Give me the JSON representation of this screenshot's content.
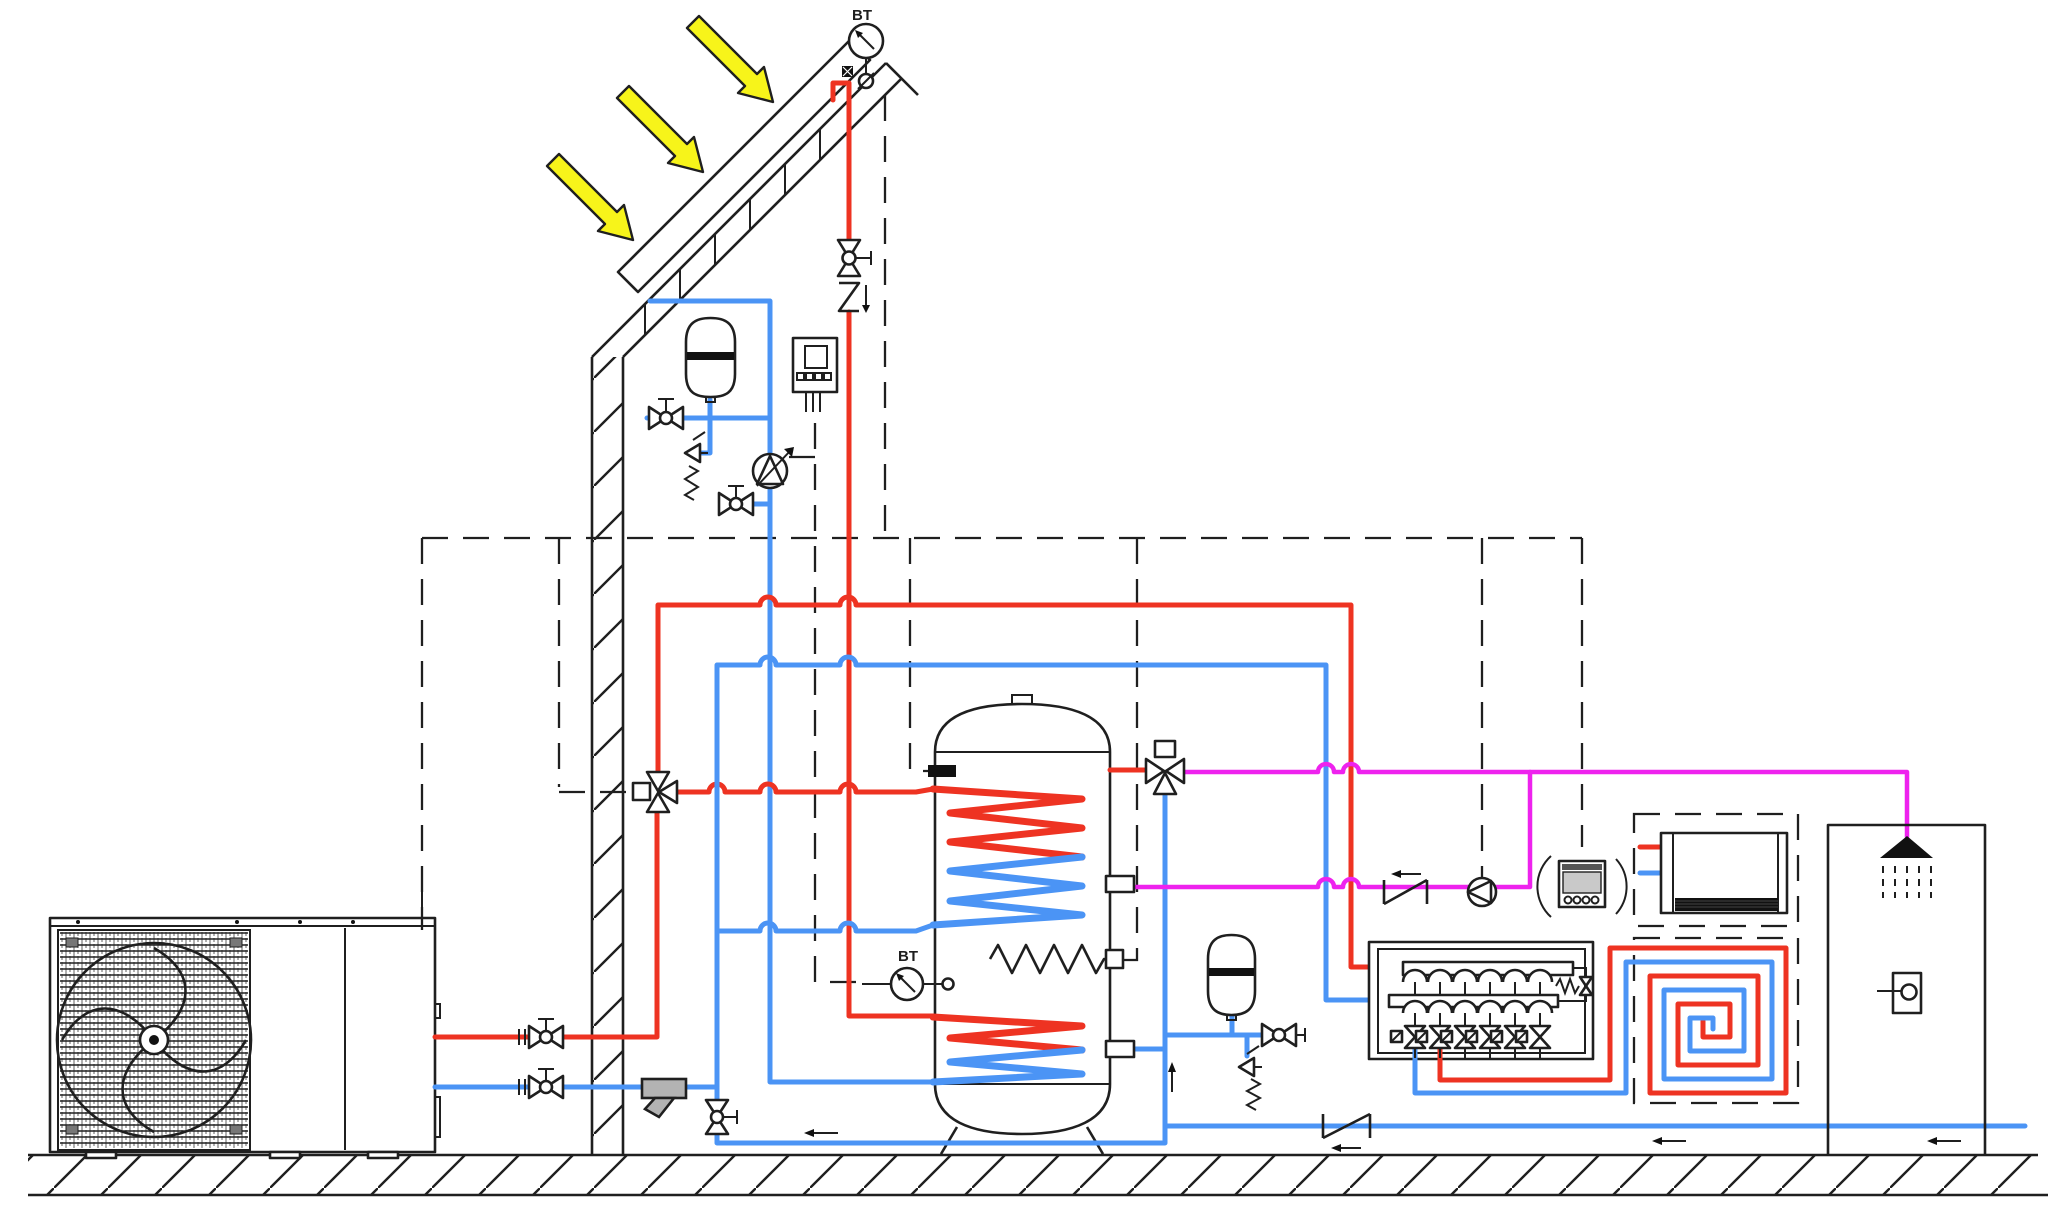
{
  "diagram": {
    "type": "hvac-plumbing-schematic",
    "title_text_visible": false,
    "labels": {
      "solar_gauge": "BT",
      "tank_gauge": "BT"
    },
    "colors": {
      "hot_pipe": "#ee3322",
      "cold_pipe": "#4b94f5",
      "dhw_pipe": "#ee22ee",
      "sun_arrow": "#f7f41a",
      "line_black": "#1f1f1f",
      "component_gray": "#b3b3b3"
    },
    "components": [
      {
        "name": "solar-collector",
        "icon": "solar-panel-icon"
      },
      {
        "name": "sun-arrows",
        "icon": "sun-ray-arrow-icon",
        "count": 3
      },
      {
        "name": "solar-pressure-gauge",
        "label": "BT"
      },
      {
        "name": "air-vent",
        "icon": "air-vent-icon"
      },
      {
        "name": "shutoff-valve",
        "icon": "valve-icon",
        "count": 8
      },
      {
        "name": "flow-regulator",
        "icon": "flow-meter-icon"
      },
      {
        "name": "solar-expansion-vessel",
        "icon": "expansion-vessel-icon"
      },
      {
        "name": "solar-safety-valve",
        "icon": "safety-valve-icon"
      },
      {
        "name": "solar-pump",
        "icon": "pump-icon"
      },
      {
        "name": "solar-controller",
        "icon": "controller-icon"
      },
      {
        "name": "heat-pump-outdoor-unit",
        "icon": "fan-unit-icon"
      },
      {
        "name": "dirt-separator",
        "icon": "strainer-icon"
      },
      {
        "name": "three-way-diverting-valve",
        "icon": "3way-valve-icon"
      },
      {
        "name": "buffer-tank-with-coils",
        "label": "BT",
        "icon": "tank-icon"
      },
      {
        "name": "electric-heating-element",
        "icon": "resistor-icon"
      },
      {
        "name": "dhw-mixing-valve",
        "icon": "3way-valve-icon"
      },
      {
        "name": "heating-expansion-vessel",
        "icon": "expansion-vessel-icon"
      },
      {
        "name": "heating-safety-valve",
        "icon": "safety-valve-icon"
      },
      {
        "name": "dhw-recirculation-pump",
        "icon": "pump-icon"
      },
      {
        "name": "check-valve",
        "icon": "check-valve-icon",
        "count": 2
      },
      {
        "name": "room-controller",
        "icon": "thermostat-icon"
      },
      {
        "name": "floor-heating-manifold",
        "icon": "manifold-icon",
        "loops": 6
      },
      {
        "name": "underfloor-heating-loop",
        "icon": "spiral-icon"
      },
      {
        "name": "fan-coil-unit",
        "icon": "fan-coil-icon"
      },
      {
        "name": "shower",
        "icon": "shower-icon"
      },
      {
        "name": "cold-water-main",
        "icon": "pipe-icon"
      },
      {
        "name": "building-wall",
        "icon": "hatched-wall-icon"
      },
      {
        "name": "ground",
        "icon": "hatched-ground-icon"
      }
    ]
  }
}
